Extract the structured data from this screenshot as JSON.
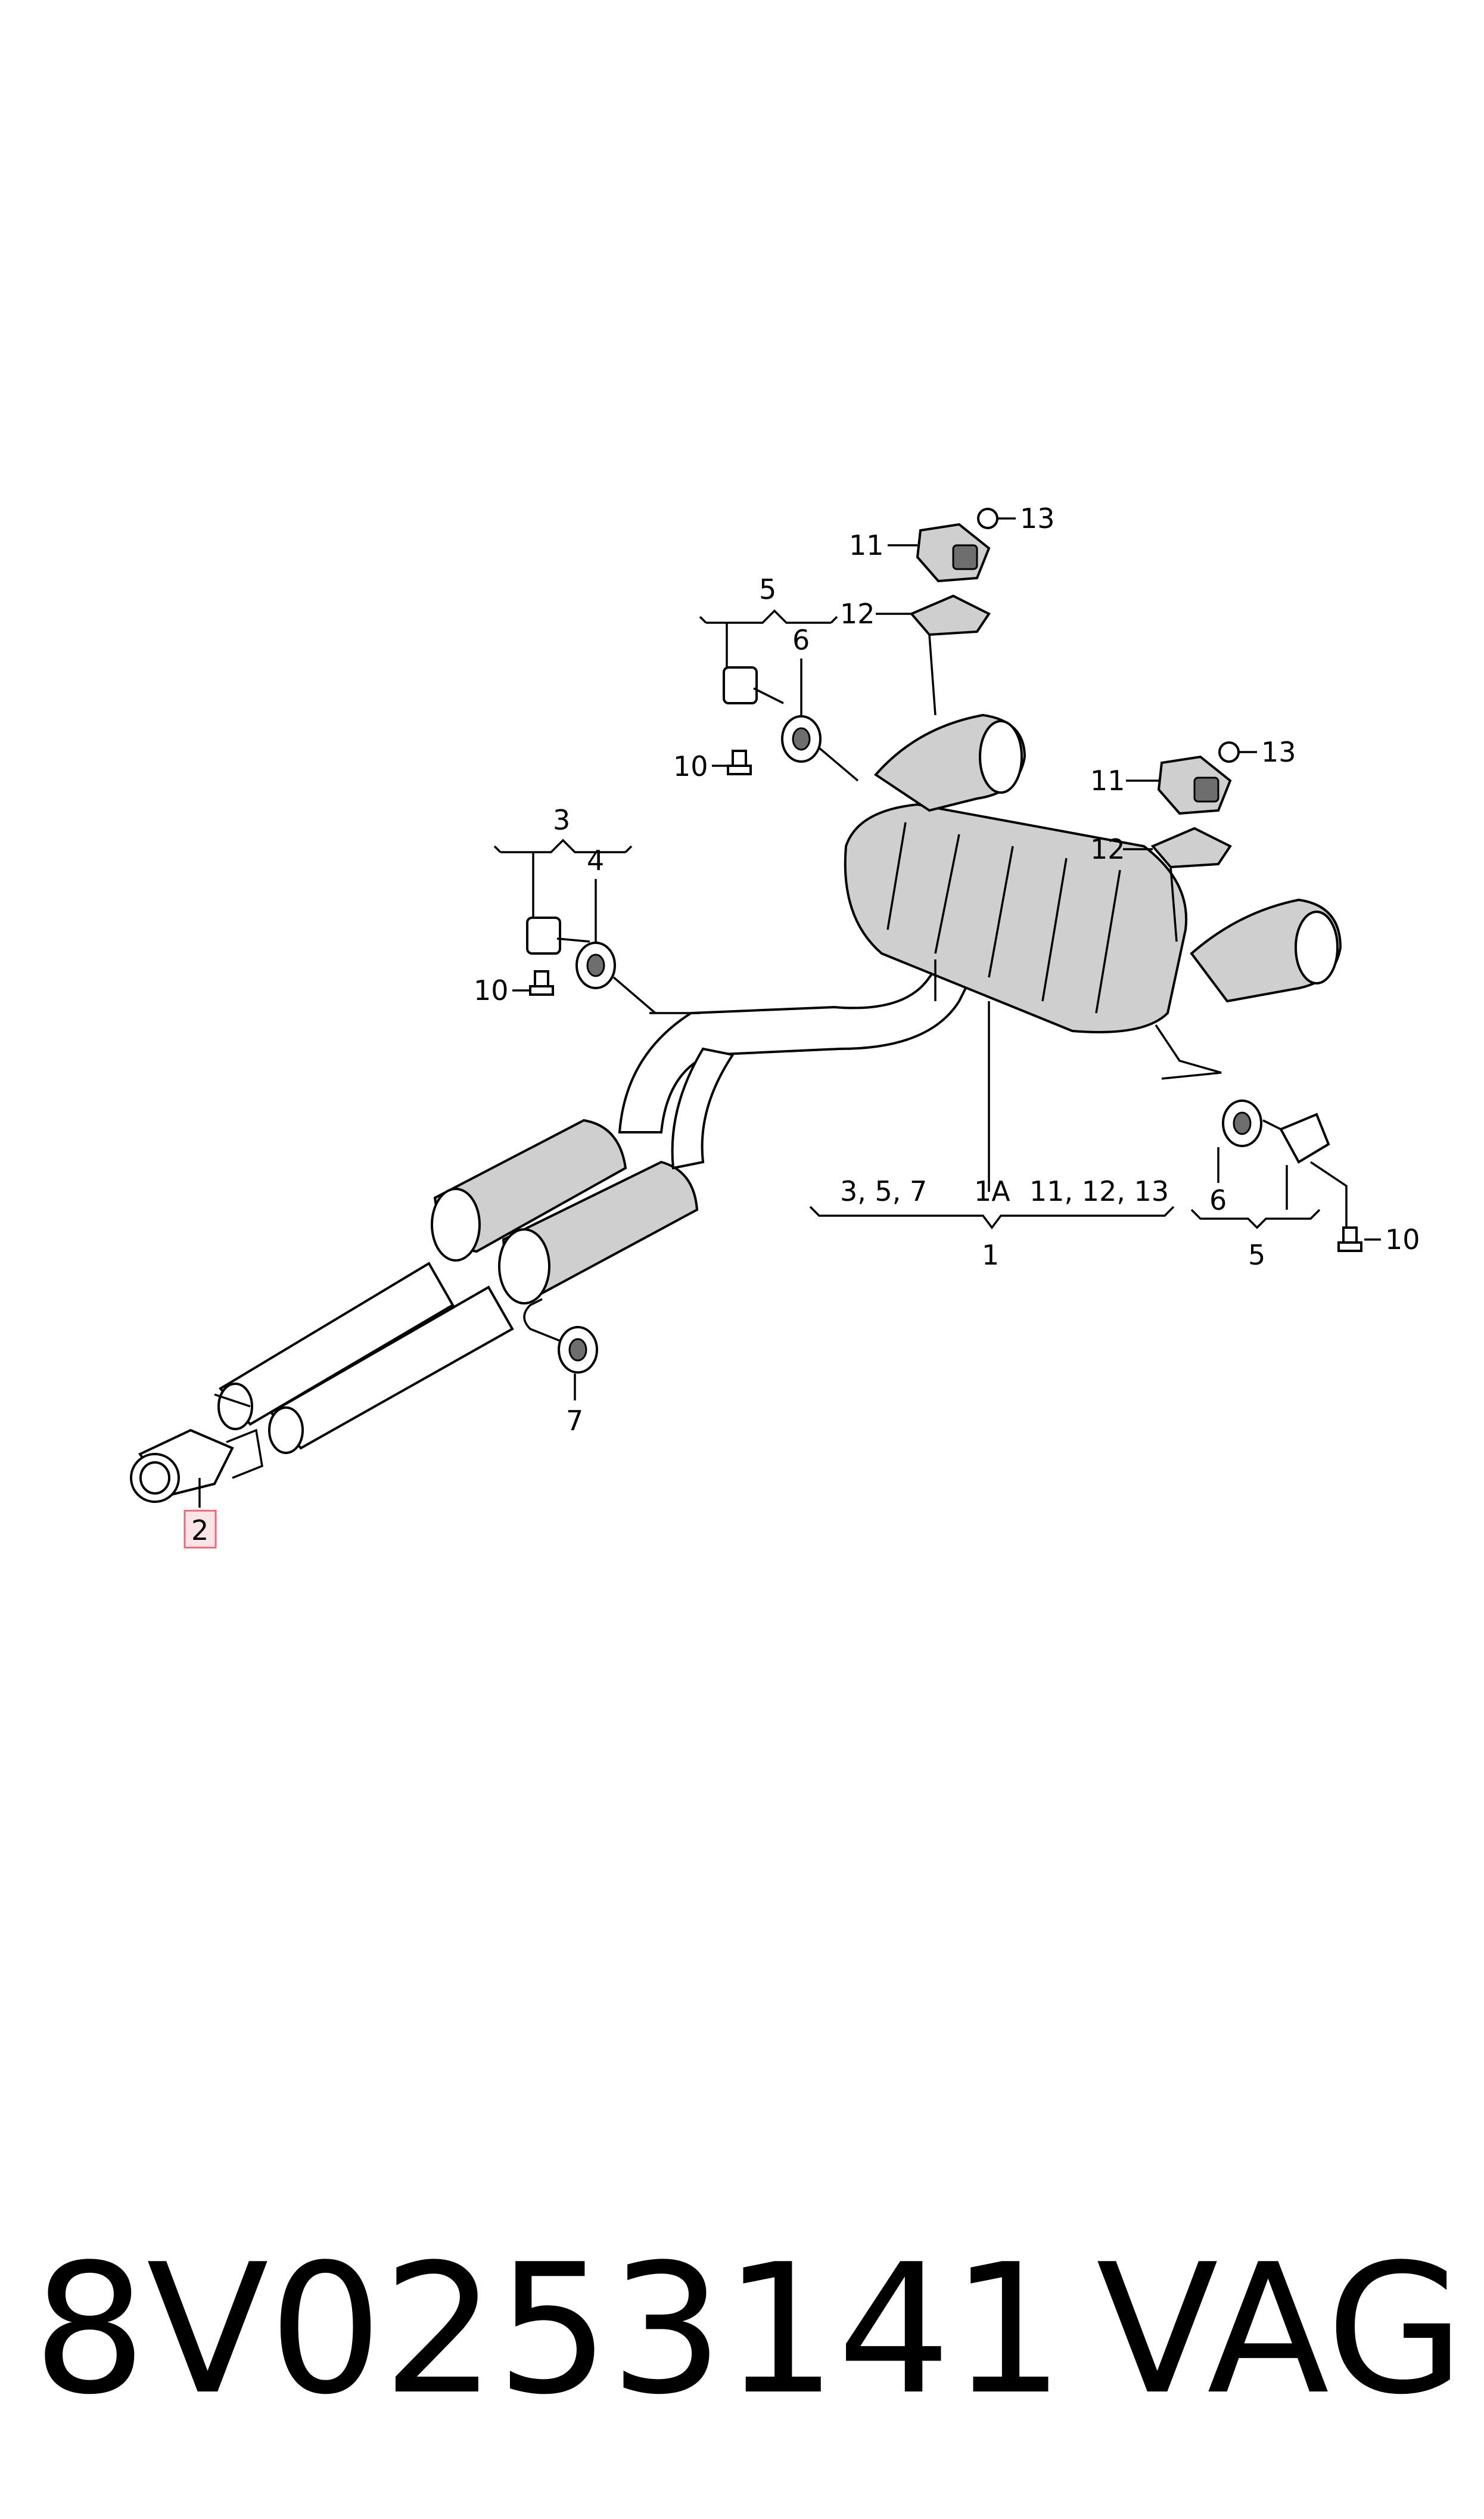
{
  "callouts": {
    "p1": "1",
    "p1_group_left": "3, 5, 7",
    "p1a": "1A",
    "p1_group_right": "11, 12, 13",
    "p2": "2",
    "p3": "3",
    "p4": "4",
    "p5_top": "5",
    "p5_bottom": "5",
    "p6_top": "6",
    "p6_bottom": "6",
    "p7": "7",
    "p10_a": "10",
    "p10_b": "10",
    "p10_c": "10",
    "p11_a": "11",
    "p11_b": "11",
    "p12_a": "12",
    "p12_b": "12",
    "p13_a": "13",
    "p13_b": "13"
  },
  "highlight_color": "#e8697a",
  "footer": {
    "part_number": "8V0253141",
    "brand": "VAG"
  }
}
